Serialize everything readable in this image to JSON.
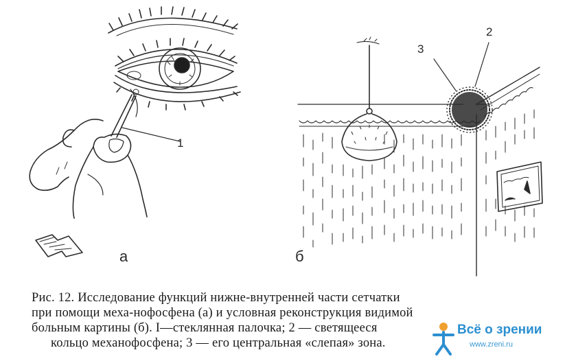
{
  "figure": {
    "panel_a_label": "а",
    "panel_b_label": "б",
    "marker_1": "1",
    "marker_2": "2",
    "marker_3": "3"
  },
  "caption": {
    "line1": "Рис. 12. Исследование функций  нижне-внутренней  части сетчатки",
    "line2": "при помощи меха-нофосфена (а) и условная реконструкция видимой",
    "line3": "больным картины (б).  I—стеклянная палочка;  2 — светящееся",
    "line4": "кольцо механофосфена; 3 — его центральная «слепая» зона."
  },
  "watermark": {
    "brand": "Всё о зрении",
    "site": "www.zreni.ru",
    "icon": "person-eye-logo-icon",
    "brand_color": "#2c8fd0"
  }
}
